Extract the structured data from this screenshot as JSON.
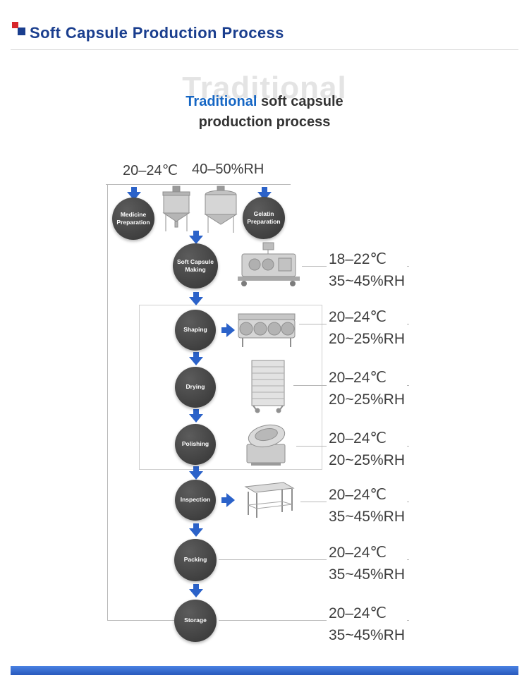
{
  "header": {
    "title": "Soft Capsule Production Process"
  },
  "watermark": "Traditional",
  "main_title": {
    "highlight": "Traditional",
    "rest": " soft capsule",
    "line2": "production process"
  },
  "top_conditions": {
    "temperature": "20–24℃",
    "humidity": "40–50%RH"
  },
  "stages": [
    {
      "label": "Medicine Preparation"
    },
    {
      "label": "Gelatin Preparation"
    },
    {
      "label": "Soft Capsule Making",
      "temperature": "18–22℃",
      "humidity": "35~45%RH"
    },
    {
      "label": "Shaping",
      "temperature": "20–24℃",
      "humidity": "20~25%RH"
    },
    {
      "label": "Drying",
      "temperature": "20–24℃",
      "humidity": "20~25%RH"
    },
    {
      "label": "Polishing",
      "temperature": "20–24℃",
      "humidity": "20~25%RH"
    },
    {
      "label": "Inspection",
      "temperature": "20–24℃",
      "humidity": "35~45%RH"
    },
    {
      "label": "Packing",
      "temperature": "20–24℃",
      "humidity": "35~45%RH"
    },
    {
      "label": "Storage",
      "temperature": "20–24℃",
      "humidity": "35~45%RH"
    }
  ],
  "icons": {
    "logo": [
      "red-square-icon",
      "blue-square-icon"
    ],
    "arrows": [
      "arrow-down-icon",
      "arrow-right-icon"
    ],
    "machine_images": [
      "medicine-mixing-tank-image",
      "gelatin-melting-tank-image",
      "encapsulation-machine-image",
      "shaping-tumbler-machine-image",
      "drying-trolley-image",
      "polishing-machine-image",
      "inspection-table-image"
    ]
  },
  "colors": {
    "header_title_blue": "#1a3e8e",
    "accent_blue": "#1566c4",
    "arrow_blue": "#2b62c9",
    "stage_circle_gray": "#454545",
    "watermark_gray": "#e4e4e4",
    "condition_text_gray": "#3d3d3d",
    "logo_red": "#d8262c",
    "footer_bar_blue": "#2f6bd4"
  }
}
